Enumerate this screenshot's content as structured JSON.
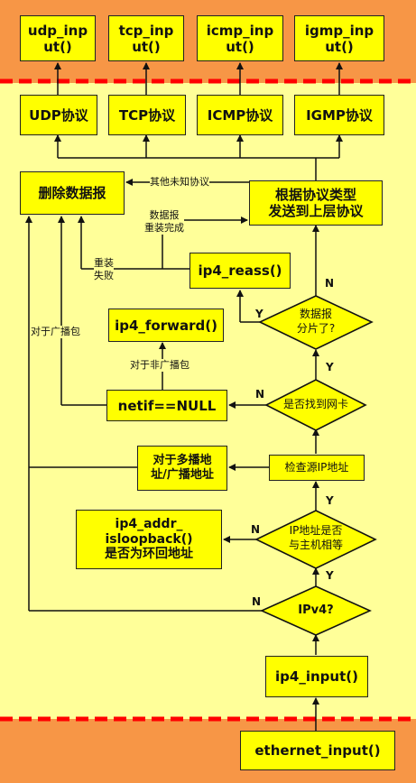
{
  "upper_layer": {
    "udp_input": "udp_inp\nut()",
    "tcp_input": "tcp_inp\nut()",
    "icmp_input": "icmp_inp\nut()",
    "igmp_input": "igmp_inp\nut()"
  },
  "protocols": {
    "udp": "UDP协议",
    "tcp": "TCP协议",
    "icmp": "ICMP协议",
    "igmp": "IGMP协议"
  },
  "nodes": {
    "drop": "删除数据报",
    "dispatch": "根据协议类型\n发送到上层协议",
    "reass": "ip4_reass()",
    "forward": "ip4_forward()",
    "netif_null": "netif==NULL",
    "multicast": "对于多播地\n址/广播地址",
    "check_src": "检查源IP地址",
    "loopback": "ip4_addr_\nisloopback()\n是否为环回地址",
    "ip4_input": "ip4_input()",
    "ethernet_input": "ethernet_input()"
  },
  "decisions": {
    "fragmented": "数据报\n分片了?",
    "find_netif": "是否找到网卡",
    "ip_match": "IP地址是否\n与主机相等",
    "ipv4": "IPv4?"
  },
  "labels": {
    "other_unknown": "其他未知协议",
    "reassembled": "数据报\n重装完成",
    "reass_fail": "重装\n失败",
    "for_broadcast": "对于广播包",
    "for_non_broadcast": "对于非广播包"
  },
  "answers": {
    "yes": "Y",
    "no": "N"
  },
  "colors": {
    "background": "#ffff99",
    "band": "#f79646",
    "box_fill": "#ffff00",
    "divider": "#ff0000"
  }
}
